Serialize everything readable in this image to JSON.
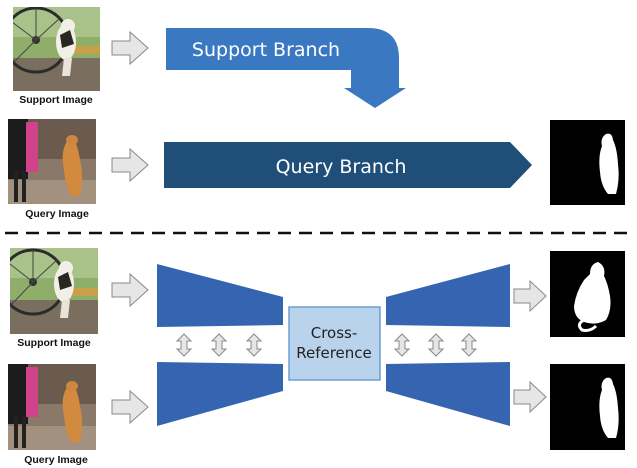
{
  "top": {
    "support_image_label": "Support Image",
    "query_image_label": "Query Image",
    "support_branch_label": "Support Branch",
    "query_branch_label": "Query Branch"
  },
  "bottom": {
    "support_image_label": "Support Image",
    "query_image_label": "Query Image",
    "cross_reference_line1": "Cross-",
    "cross_reference_line2": "Reference"
  },
  "colors": {
    "support_branch": "#3a78c2",
    "query_branch": "#1f4e79",
    "encoder_decoder": "#3565b0",
    "cross_reference_fill": "#b9d3ec",
    "cross_reference_border": "#6e9fd0",
    "arrow_fill": "#e6e6e6",
    "arrow_stroke": "#888888",
    "mask_bg": "#000000",
    "mask_fg": "#ffffff"
  }
}
